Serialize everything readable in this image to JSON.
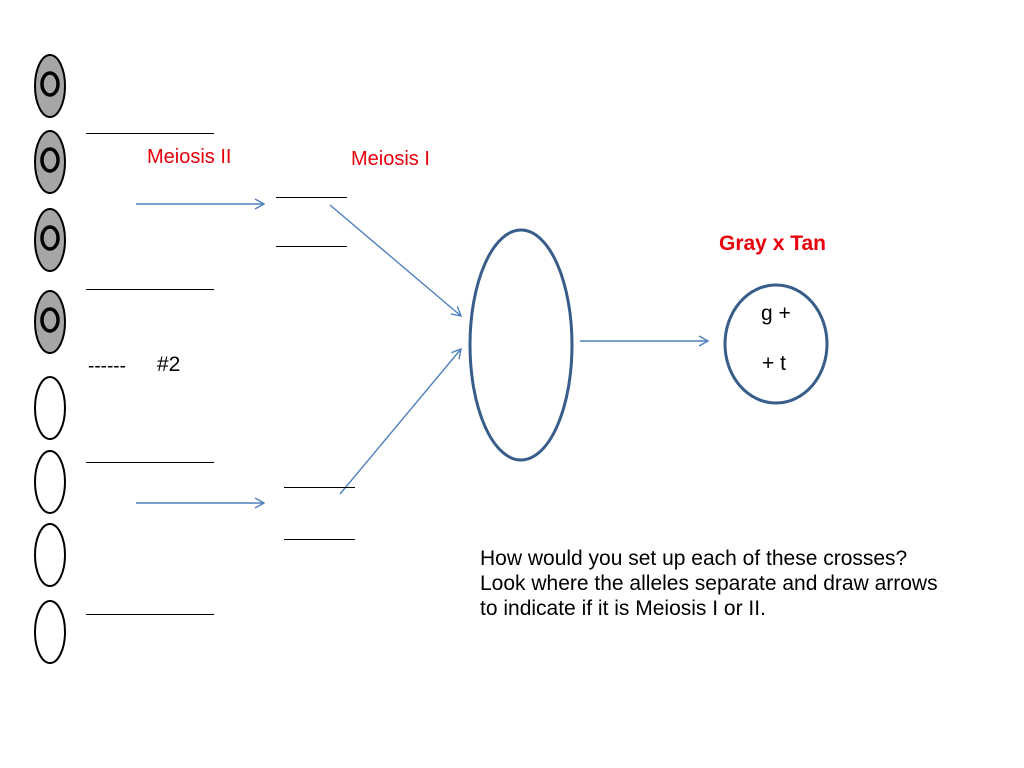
{
  "labels": {
    "meiosis_ii": "Meiosis II",
    "meiosis_i": "Meiosis I",
    "cross_title": "Gray x Tan",
    "cell_top": "g +",
    "cell_bottom": "+ t",
    "dashes": "------",
    "number": "#2"
  },
  "question": {
    "line1": "How would you set up each of these crosses?",
    "line2": "Look where the alleles separate and draw arrows to indicate if it is Meiosis I or II."
  },
  "spores": [
    {
      "color": "gray"
    },
    {
      "color": "gray"
    },
    {
      "color": "gray"
    },
    {
      "color": "gray"
    },
    {
      "color": "white"
    },
    {
      "color": "white"
    },
    {
      "color": "white"
    },
    {
      "color": "white"
    }
  ],
  "colors": {
    "title_red": "#e8000b",
    "arrow_blue": "#4f81bd",
    "ellipse_outline": "#385d8a",
    "spore_gray": "#a6a6a6"
  }
}
